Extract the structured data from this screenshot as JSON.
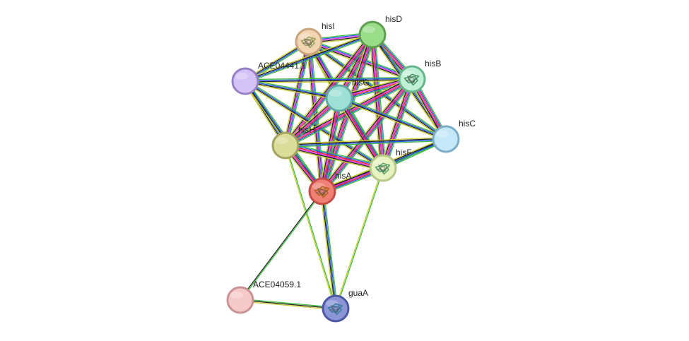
{
  "nodes": [
    {
      "id": "hisI",
      "label": "hisI",
      "fill": "#f3d6b1",
      "stroke": "#c9a47d",
      "has_structure": true,
      "structure_color": "#a0a060"
    },
    {
      "id": "hisD",
      "label": "hisD",
      "fill": "#99dd88",
      "stroke": "#5f9e50",
      "has_structure": false
    },
    {
      "id": "ACE04441.1",
      "label": "ACE04441.1",
      "fill": "#d5c2f7",
      "stroke": "#9680c3",
      "has_structure": false
    },
    {
      "id": "hisB",
      "label": "hisB",
      "fill": "#bff0d5",
      "stroke": "#67b58c",
      "has_structure": true,
      "structure_color": "#4c9a6a"
    },
    {
      "id": "hisG",
      "label": "hisG",
      "fill": "#9ee0d6",
      "stroke": "#5ea9a0",
      "has_structure": false
    },
    {
      "id": "hisC",
      "label": "hisC",
      "fill": "#c4e8f8",
      "stroke": "#7caec8",
      "has_structure": false
    },
    {
      "id": "hisH",
      "label": "hisH",
      "fill": "#dcdc9a",
      "stroke": "#a3a35f",
      "has_structure": false
    },
    {
      "id": "hisF",
      "label": "hisF",
      "fill": "#e8f3c2",
      "stroke": "#b6c887",
      "has_structure": true,
      "structure_color": "#5aa56c"
    },
    {
      "id": "hisA",
      "label": "hisA",
      "fill": "#f07f74",
      "stroke": "#c24d47",
      "has_structure": true,
      "structure_color": "#b4651d"
    },
    {
      "id": "ACE04059.1",
      "label": "ACE04059.1",
      "fill": "#f6c9c9",
      "stroke": "#c79393",
      "has_structure": false
    },
    {
      "id": "guaA",
      "label": "guaA",
      "fill": "#8c96d6",
      "stroke": "#4d58a3",
      "has_structure": true,
      "structure_color": "#3c7ea6"
    }
  ],
  "edges": [
    {
      "source": "hisI",
      "target": "hisD",
      "colors": [
        "#3dbd3d",
        "#2255ee",
        "#ee22ee",
        "#222222",
        "#cccc33"
      ]
    },
    {
      "source": "hisI",
      "target": "ACE04441.1",
      "colors": [
        "#3dbd3d",
        "#2255ee",
        "#222222",
        "#cccc33"
      ]
    },
    {
      "source": "hisI",
      "target": "hisB",
      "colors": [
        "#3dbd3d",
        "#2255ee",
        "#ee22ee",
        "#222222",
        "#cccc33"
      ]
    },
    {
      "source": "hisI",
      "target": "hisG",
      "colors": [
        "#3dbd3d",
        "#2255ee",
        "#ee22ee",
        "#222222",
        "#cccc33"
      ]
    },
    {
      "source": "hisI",
      "target": "hisC",
      "colors": [
        "#3dbd3d",
        "#2255ee",
        "#222222",
        "#cccc33"
      ]
    },
    {
      "source": "hisI",
      "target": "hisH",
      "colors": [
        "#3dbd3d",
        "#2255ee",
        "#ee22ee",
        "#222222",
        "#cccc33"
      ]
    },
    {
      "source": "hisI",
      "target": "hisF",
      "colors": [
        "#3dbd3d",
        "#2255ee",
        "#ee22ee",
        "#222222",
        "#cccc33"
      ]
    },
    {
      "source": "hisI",
      "target": "hisA",
      "colors": [
        "#3dbd3d",
        "#2255ee",
        "#ee22ee",
        "#222222",
        "#cccc33"
      ]
    },
    {
      "source": "hisD",
      "target": "ACE04441.1",
      "colors": [
        "#3dbd3d",
        "#2255ee",
        "#222222",
        "#cccc33"
      ]
    },
    {
      "source": "hisD",
      "target": "hisB",
      "colors": [
        "#3dbd3d",
        "#2255ee",
        "#ee2222",
        "#ee22ee",
        "#222222",
        "#cccc33"
      ]
    },
    {
      "source": "hisD",
      "target": "hisG",
      "colors": [
        "#3dbd3d",
        "#2255ee",
        "#ee2222",
        "#ee22ee",
        "#222222",
        "#cccc33"
      ]
    },
    {
      "source": "hisD",
      "target": "hisC",
      "colors": [
        "#3dbd3d",
        "#2255ee",
        "#222222",
        "#cccc33"
      ]
    },
    {
      "source": "hisD",
      "target": "hisH",
      "colors": [
        "#3dbd3d",
        "#2255ee",
        "#ee2222",
        "#ee22ee",
        "#222222",
        "#cccc33"
      ]
    },
    {
      "source": "hisD",
      "target": "hisF",
      "colors": [
        "#3dbd3d",
        "#2255ee",
        "#ee2222",
        "#ee22ee",
        "#222222",
        "#cccc33"
      ]
    },
    {
      "source": "hisD",
      "target": "hisA",
      "colors": [
        "#3dbd3d",
        "#2255ee",
        "#ee2222",
        "#ee22ee",
        "#222222",
        "#cccc33"
      ]
    },
    {
      "source": "ACE04441.1",
      "target": "hisB",
      "colors": [
        "#3dbd3d",
        "#2255ee",
        "#222222",
        "#cccc33"
      ]
    },
    {
      "source": "ACE04441.1",
      "target": "hisG",
      "colors": [
        "#3dbd3d",
        "#2255ee",
        "#222222",
        "#cccc33"
      ]
    },
    {
      "source": "ACE04441.1",
      "target": "hisH",
      "colors": [
        "#3dbd3d",
        "#2255ee",
        "#222222",
        "#cccc33"
      ]
    },
    {
      "source": "ACE04441.1",
      "target": "hisF",
      "colors": [
        "#3dbd3d",
        "#2255ee",
        "#222222",
        "#cccc33"
      ]
    },
    {
      "source": "ACE04441.1",
      "target": "hisA",
      "colors": [
        "#3dbd3d",
        "#2255ee",
        "#222222",
        "#cccc33"
      ]
    },
    {
      "source": "hisB",
      "target": "hisG",
      "colors": [
        "#3dbd3d",
        "#2255ee",
        "#ee2222",
        "#ee22ee",
        "#222222",
        "#cccc33"
      ]
    },
    {
      "source": "hisB",
      "target": "hisC",
      "colors": [
        "#3dbd3d",
        "#2255ee",
        "#ee2222",
        "#ee22ee",
        "#222222",
        "#cccc33"
      ]
    },
    {
      "source": "hisB",
      "target": "hisH",
      "colors": [
        "#3dbd3d",
        "#2255ee",
        "#ee2222",
        "#ee22ee",
        "#222222",
        "#cccc33"
      ]
    },
    {
      "source": "hisB",
      "target": "hisF",
      "colors": [
        "#3dbd3d",
        "#2255ee",
        "#ee2222",
        "#ee22ee",
        "#222222",
        "#cccc33"
      ]
    },
    {
      "source": "hisB",
      "target": "hisA",
      "colors": [
        "#3dbd3d",
        "#2255ee",
        "#ee2222",
        "#ee22ee",
        "#222222",
        "#cccc33"
      ]
    },
    {
      "source": "hisG",
      "target": "hisC",
      "colors": [
        "#3dbd3d",
        "#2255ee",
        "#222222",
        "#cccc33"
      ]
    },
    {
      "source": "hisG",
      "target": "hisH",
      "colors": [
        "#3dbd3d",
        "#2255ee",
        "#ee2222",
        "#ee22ee",
        "#222222",
        "#cccc33"
      ]
    },
    {
      "source": "hisG",
      "target": "hisF",
      "colors": [
        "#3dbd3d",
        "#2255ee",
        "#ee2222",
        "#ee22ee",
        "#222222",
        "#cccc33"
      ]
    },
    {
      "source": "hisG",
      "target": "hisA",
      "colors": [
        "#3dbd3d",
        "#2255ee",
        "#ee2222",
        "#ee22ee",
        "#222222",
        "#cccc33"
      ]
    },
    {
      "source": "hisC",
      "target": "hisH",
      "colors": [
        "#3dbd3d",
        "#2255ee",
        "#222222",
        "#cccc33"
      ]
    },
    {
      "source": "hisC",
      "target": "hisF",
      "colors": [
        "#3dbd3d",
        "#2255ee",
        "#222222",
        "#cccc33"
      ]
    },
    {
      "source": "hisC",
      "target": "hisA",
      "colors": [
        "#3dbd3d",
        "#2255ee",
        "#222222",
        "#cccc33"
      ]
    },
    {
      "source": "hisH",
      "target": "hisF",
      "colors": [
        "#3dbd3d",
        "#2255ee",
        "#ee2222",
        "#ee22ee",
        "#222222",
        "#cccc33"
      ]
    },
    {
      "source": "hisH",
      "target": "hisA",
      "colors": [
        "#3dbd3d",
        "#2255ee",
        "#ee2222",
        "#ee22ee",
        "#222222",
        "#cccc33"
      ]
    },
    {
      "source": "hisH",
      "target": "guaA",
      "colors": [
        "#3dbd3d",
        "#cccc33"
      ]
    },
    {
      "source": "hisF",
      "target": "hisA",
      "colors": [
        "#3dbd3d",
        "#2255ee",
        "#ee2222",
        "#ee22ee",
        "#222222",
        "#cccc33"
      ]
    },
    {
      "source": "hisF",
      "target": "guaA",
      "colors": [
        "#3dbd3d",
        "#cccc33"
      ]
    },
    {
      "source": "hisA",
      "target": "guaA",
      "colors": [
        "#3dbd3d",
        "#2255ee",
        "#222222",
        "#cccc33"
      ]
    },
    {
      "source": "hisA",
      "target": "ACE04059.1",
      "colors": [
        "#3dbd3d",
        "#222222"
      ]
    },
    {
      "source": "ACE04059.1",
      "target": "guaA",
      "colors": [
        "#3dbd3d",
        "#222222",
        "#cccc33"
      ]
    }
  ]
}
